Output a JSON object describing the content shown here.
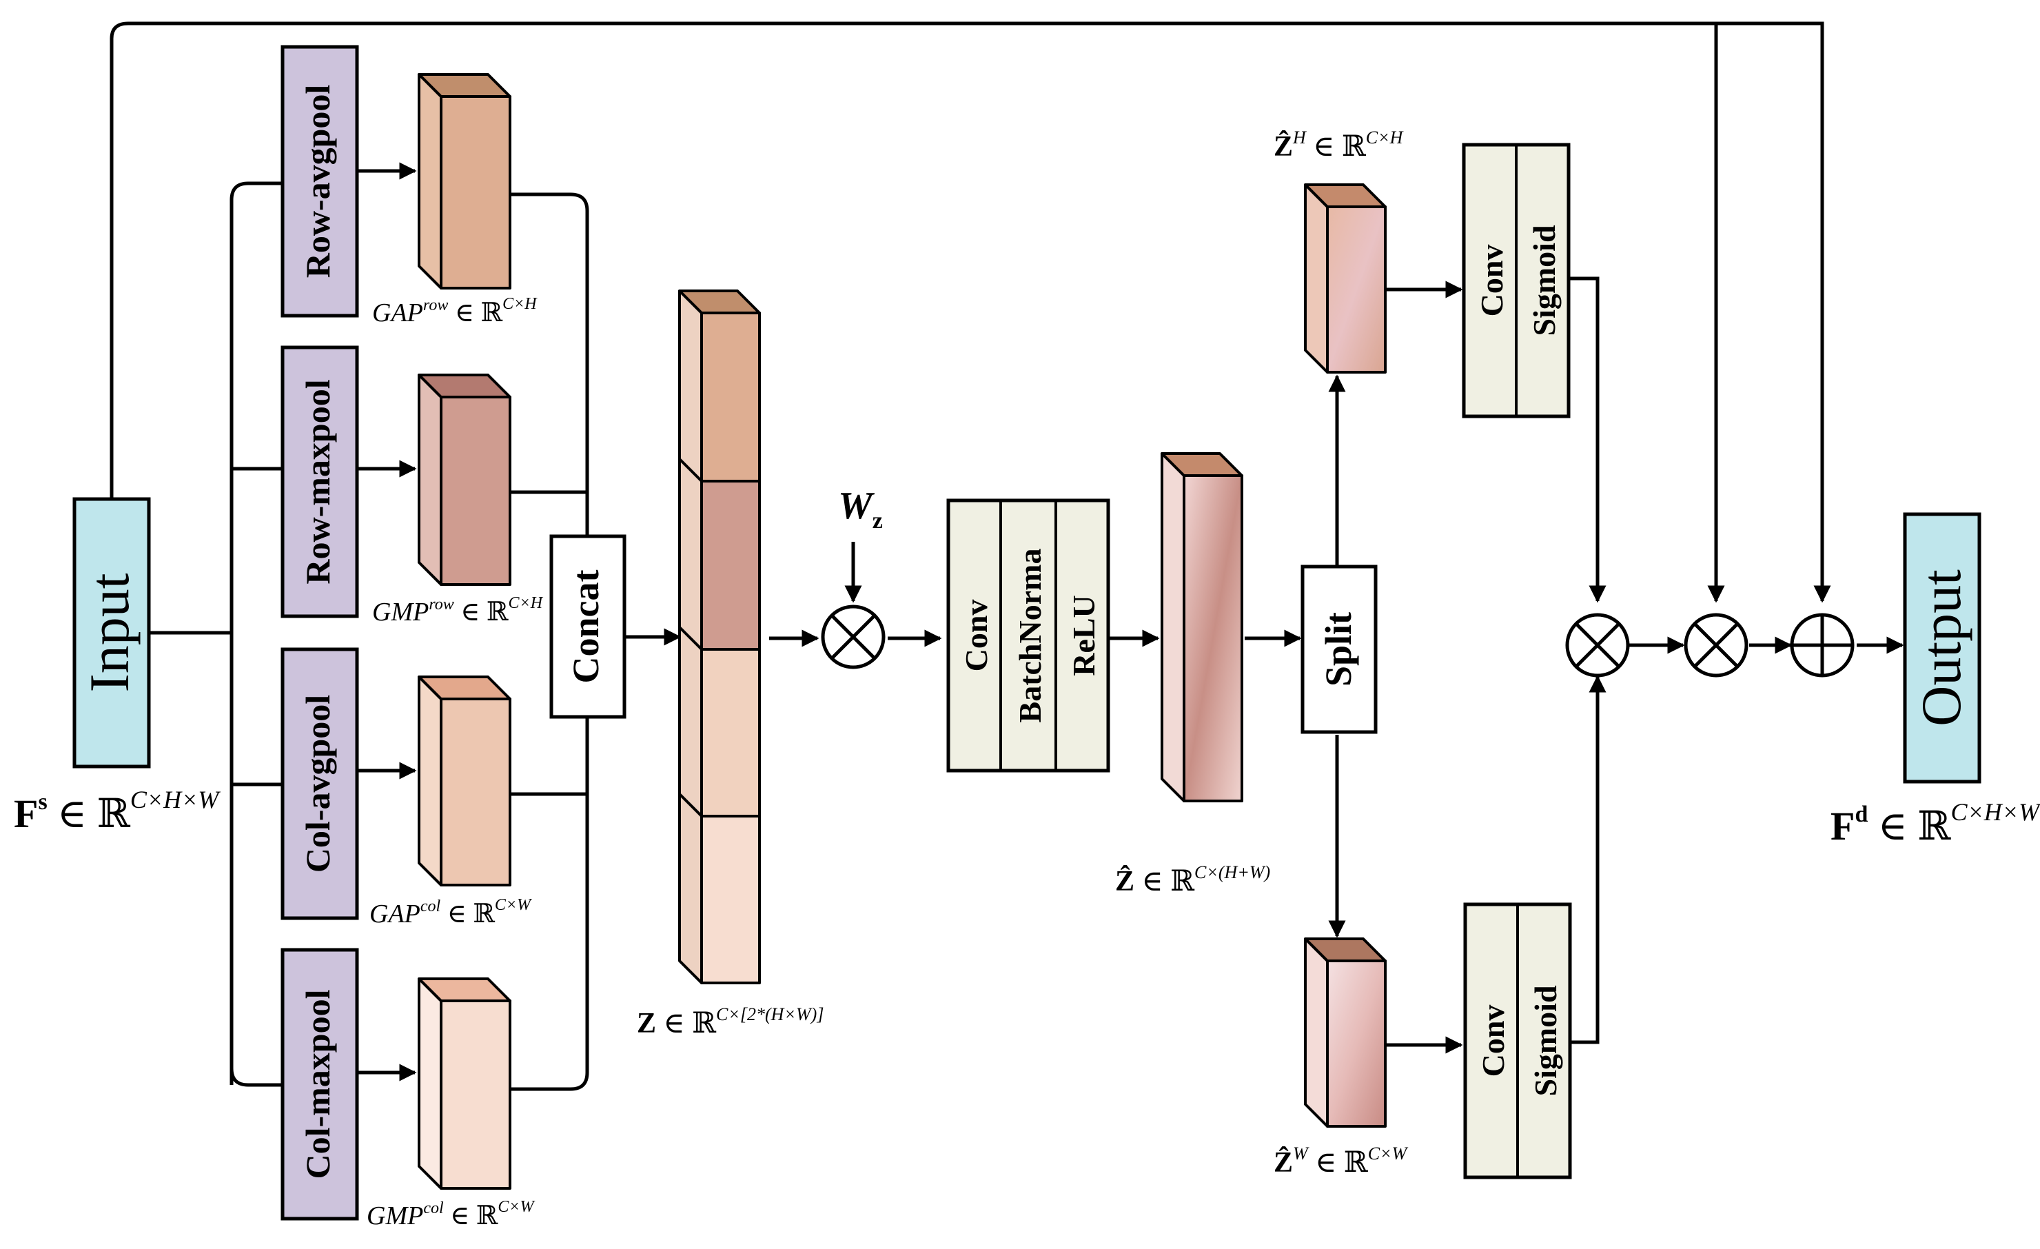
{
  "nodes": {
    "input": "Input",
    "output": "Output",
    "row_avgpool": "Row-avgpool",
    "row_maxpool": "Row-maxpool",
    "col_avgpool": "Col-avgpool",
    "col_maxpool": "Col-maxpool",
    "concat": "Concat",
    "split": "Split",
    "conv_bn_relu": [
      "Conv",
      "BatchNorma",
      "ReLU"
    ],
    "conv_sigmoid_top": [
      "Conv",
      "Sigmoid"
    ],
    "conv_sigmoid_bottom": [
      "Conv",
      "Sigmoid"
    ]
  },
  "labels": {
    "fs": {
      "main": "F",
      "sup": "s",
      "rel": " ∈ ℝ",
      "dim": "C×H×W"
    },
    "fd": {
      "main": "F",
      "sup": "d",
      "rel": " ∈ ℝ",
      "dim": "C×H×W"
    },
    "gap_row": {
      "main": "GAP",
      "sup": "row",
      "rel": " ∈ ℝ",
      "dim": "C×H"
    },
    "gmp_row": {
      "main": "GMP",
      "sup": "row",
      "rel": " ∈ ℝ",
      "dim": "C×H"
    },
    "gap_col": {
      "main": "GAP",
      "sup": "col",
      "rel": " ∈ ℝ",
      "dim": "C×W"
    },
    "gmp_col": {
      "main": "GMP",
      "sup": "col",
      "rel": " ∈ ℝ",
      "dim": "C×W"
    },
    "z": {
      "main": "Z",
      "sup": "",
      "rel": " ∈ ℝ",
      "dim": "C×[2*(H×W)]"
    },
    "wz": {
      "main": "W",
      "sub": "z"
    },
    "zhat": {
      "main": "Ẑ",
      "sup": "",
      "rel": " ∈ ℝ",
      "dim": "C×(H+W)"
    },
    "zhat_h": {
      "main": "Ẑ",
      "sup": "H",
      "rel": " ∈ ℝ",
      "dim": "C×H"
    },
    "zhat_w": {
      "main": "Ẑ",
      "sup": "W",
      "rel": " ∈ ℝ",
      "dim": "C×W"
    }
  },
  "operators": {
    "multiply": "⊗",
    "add": "⊕"
  },
  "colors": {
    "input_fill": "#bfe6ec",
    "pool_fill": "#cdc3dc",
    "conv_fill": "#f0f0e3",
    "cube_gap_row": "#deae92",
    "cube_gmp_row": "#cf9c90",
    "cube_gap_col": "#edc7b1",
    "cube_gmp_col": "#f7ddd0",
    "line": "#000000"
  }
}
